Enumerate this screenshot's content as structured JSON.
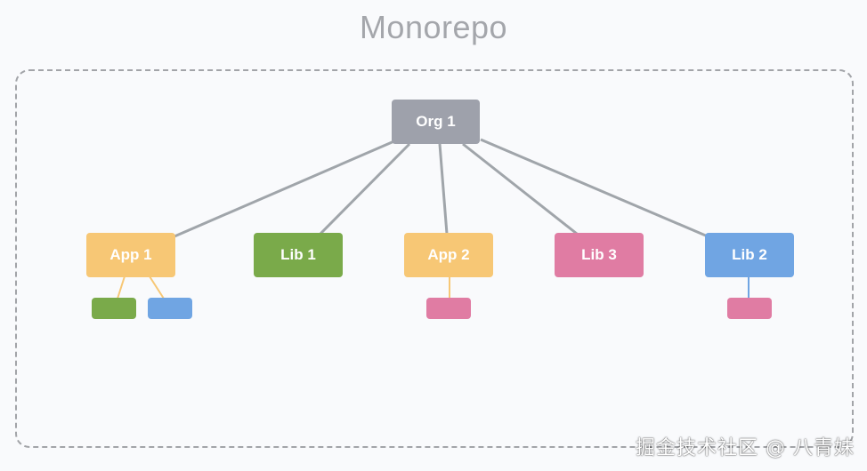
{
  "title": "Monorepo",
  "colors": {
    "org": "#9ea1ab",
    "app": "#f7c775",
    "lib_green": "#7aaa4a",
    "lib_pink": "#e07ca3",
    "lib_blue": "#70a5e3",
    "edge": "#a0a5aa"
  },
  "nodes": {
    "org1": {
      "label": "Org 1"
    },
    "app1": {
      "label": "App 1"
    },
    "lib1": {
      "label": "Lib 1"
    },
    "app2": {
      "label": "App 2"
    },
    "lib3": {
      "label": "Lib 3"
    },
    "lib2": {
      "label": "Lib 2"
    }
  },
  "edges": [
    [
      "org1",
      "app1"
    ],
    [
      "org1",
      "lib1"
    ],
    [
      "org1",
      "app2"
    ],
    [
      "org1",
      "lib3"
    ],
    [
      "org1",
      "lib2"
    ],
    [
      "app1",
      "app1-dep-green"
    ],
    [
      "app1",
      "app1-dep-blue"
    ],
    [
      "app2",
      "app2-dep-pink"
    ],
    [
      "lib2",
      "lib2-dep-pink"
    ]
  ],
  "watermark": "掘金技术社区 @ 八青妹"
}
